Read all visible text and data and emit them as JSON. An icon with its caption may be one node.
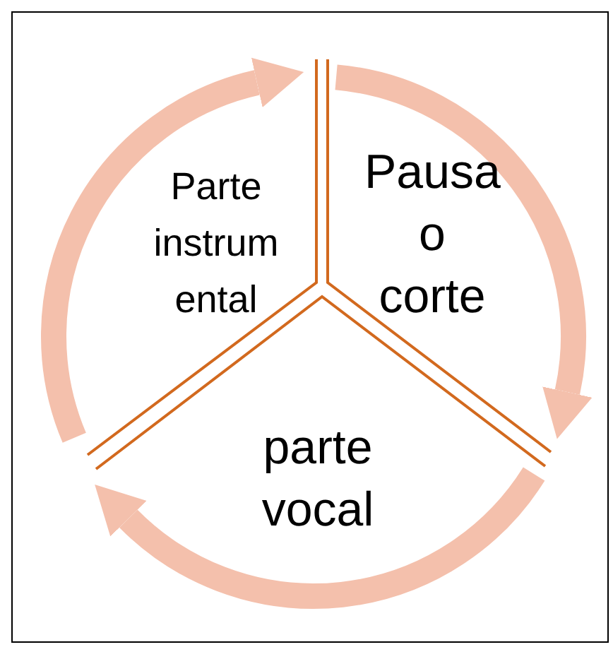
{
  "diagram": {
    "nodes": [
      {
        "text": [
          "Parte instrum ental"
        ]
      },
      {
        "text": [
          "Pausa o corte"
        ]
      },
      {
        "text": [
          "parte vocal"
        ]
      }
    ],
    "edges": [
      {
        "from": 0,
        "to": 1,
        "arrow": "to"
      },
      {
        "from": 1,
        "to": 2,
        "arrow": "to"
      },
      {
        "from": 2,
        "to": 0,
        "arrow": "to"
      }
    ]
  }
}
